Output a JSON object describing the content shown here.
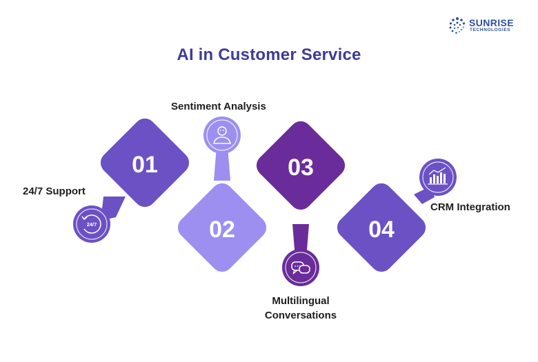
{
  "brand": {
    "name": "SUNRISE",
    "tagline": "TECHNOLOGIES"
  },
  "title": "AI in Customer Service",
  "colors": {
    "title": "#3f3a97",
    "step_01": "#6c51c4",
    "step_02": "#9d8ff0",
    "step_03": "#6a2c9a",
    "step_04": "#6c51c4"
  },
  "steps": [
    {
      "number": "01",
      "label": "24/7 Support",
      "icon": "24-7-clock-icon"
    },
    {
      "number": "02",
      "label": "Sentiment Analysis",
      "icon": "user-sentiment-icon"
    },
    {
      "number": "03",
      "label_line1": "Multilingual",
      "label_line2": "Conversations",
      "icon": "chat-bubbles-icon"
    },
    {
      "number": "04",
      "label": "CRM Integration",
      "icon": "bar-chart-icon"
    }
  ]
}
